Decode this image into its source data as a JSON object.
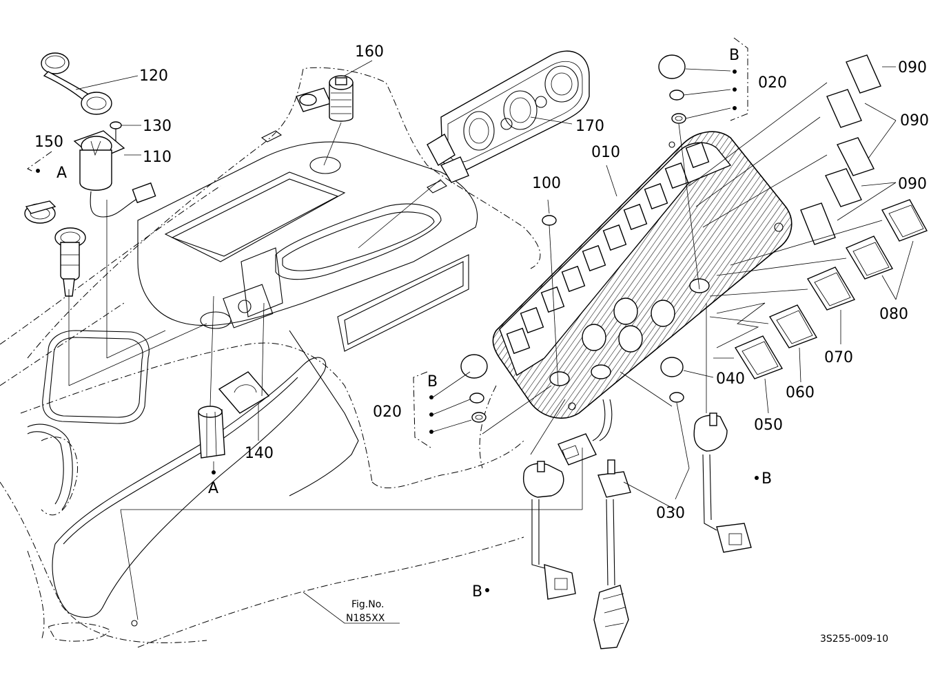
{
  "parts": {
    "p160": "160",
    "p120": "120",
    "p130": "130",
    "p110": "110",
    "p150": "150",
    "p170": "170",
    "p010": "010",
    "p100": "100",
    "p020_top": "020",
    "p020_left": "020",
    "p090_a": "090",
    "p090_b": "090",
    "p090_c": "090",
    "p080": "080",
    "p070": "070",
    "p060": "060",
    "p050": "050",
    "p040": "040",
    "p030": "030",
    "p140": "140"
  },
  "refs": {
    "a_top": "A",
    "a_bottom": "A",
    "b_top": "B",
    "b_left": "B",
    "b_right": "B",
    "b_bottom": "B"
  },
  "figure": {
    "fig_label": "Fig.No.",
    "fig_number": "N185XX",
    "drawing_code": "3S255-009-10"
  }
}
